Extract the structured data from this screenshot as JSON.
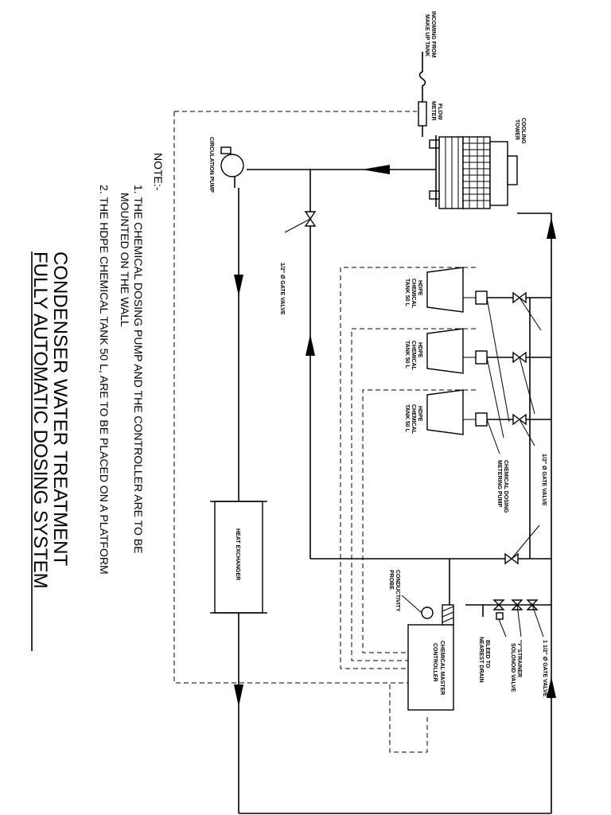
{
  "labels": {
    "incoming": [
      "INCOMING FROM",
      "MAKE UP TANK"
    ],
    "flow_meter": [
      "FLOW",
      "METER"
    ],
    "cooling_tower": [
      "COOLING",
      "TOWER"
    ],
    "circulation_pump": "CIRCULATION PUMP",
    "gate_valve_half": "1/2\" Ø GATE VALVE",
    "hdpe_tank": [
      "HDPE",
      "CHEMICAL",
      "TANK 50 L"
    ],
    "dosing_pump": [
      "CHEMICAL DOSING",
      "METERING PUMP"
    ],
    "gate_valve_half_right": "1/2\" Ø GATE VALVE",
    "heat_exchanger": "HEAT EXCHANGER",
    "conductivity_probe": [
      "CONDUCTIVITY",
      "PROBE"
    ],
    "controller": [
      "CHEMICAL MASTER",
      "CONTROLLER"
    ],
    "bleed": [
      "BLEED TO",
      "NEAREST DRAIN"
    ],
    "strainer": "\"Y\"STRAINER",
    "solenoid": "SOLONOID VALVE",
    "gate_valve_1half": "1 1/2\" Ø GATE VALVE"
  },
  "notes": {
    "heading": "NOTE:-",
    "line1a": "1. THE CHEMICAL DOSING PUMP AND THE CONTROLLER ARE TO BE",
    "line1b": "MOUNTED ON THE WALL",
    "line2": "2. THE HDPE CHEMICAL TANK 50 L, ARE TO BE PLACED ON A PLATFORM"
  },
  "title": {
    "line1": "CONDENSER WATER TREATMENT",
    "line2": "FULLY AUTOMATIC DOSING SYSTEM"
  }
}
